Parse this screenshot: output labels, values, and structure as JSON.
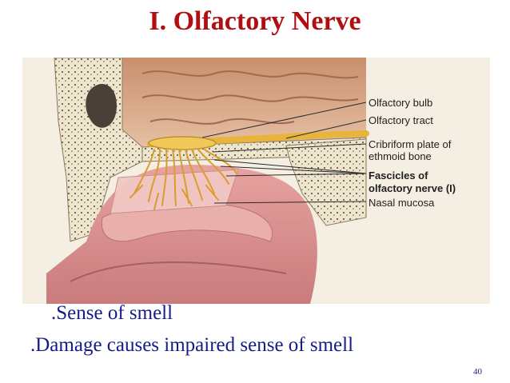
{
  "slide": {
    "title": "I. Olfactory Nerve",
    "page_number": "40",
    "bullets": [
      ".Sense of smell",
      ".Damage causes impaired sense of smell"
    ]
  },
  "diagram": {
    "labels": {
      "olfactory_bulb": "Olfactory bulb",
      "olfactory_tract": "Olfactory tract",
      "cribriform_line1": "Cribriform plate of",
      "cribriform_line2": "ethmoid bone",
      "fascicles_line1": "Fascicles of",
      "fascicles_line2": "olfactory nerve (I)",
      "nasal_mucosa": "Nasal mucosa"
    }
  },
  "colors": {
    "title": "#b00f12",
    "bullets": "#151c88",
    "nerve": "#e8b43a",
    "bone": "#ece4cc",
    "brain": "#d9a98a",
    "mucosa": "#d98a8c"
  }
}
